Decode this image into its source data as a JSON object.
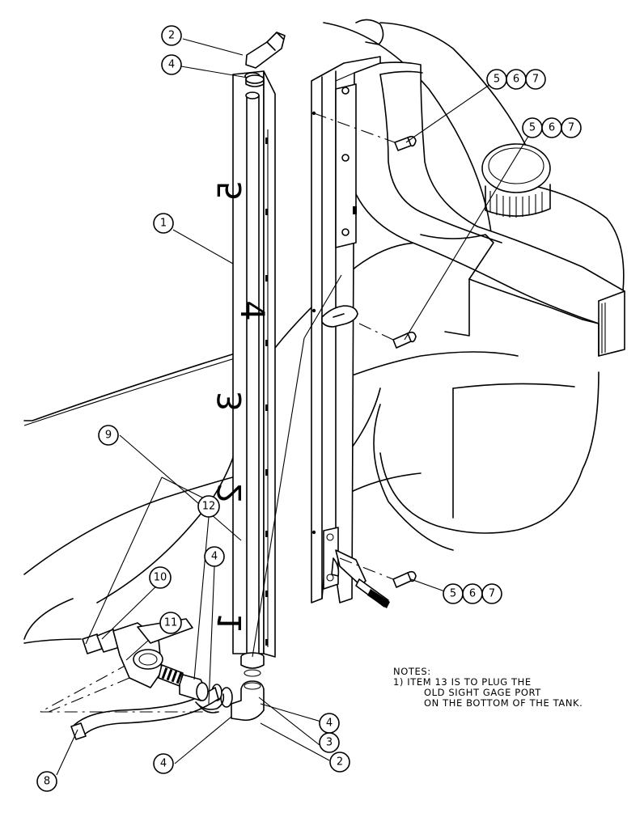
{
  "balloons": {
    "b1": "1",
    "b2_top": "2",
    "b2_bottom": "2",
    "b3": "3",
    "b4_top": "4",
    "b4_mid": "4",
    "b4_lower": "4",
    "b4_bottom": "4",
    "b8": "8",
    "b9": "9",
    "b10": "10",
    "b11": "11",
    "b12": "12",
    "group_a": [
      "5",
      "6",
      "7"
    ],
    "group_b": [
      "5",
      "6",
      "7"
    ],
    "group_c": [
      "5",
      "6",
      "7"
    ]
  },
  "gauge_scale": {
    "mark_5": "5",
    "mark_4": "4",
    "mark_3": "3",
    "mark_2": "2",
    "mark_1": "1"
  },
  "notes": {
    "heading": "NOTES:",
    "line1": "1)   ITEM 13 IS TO PLUG THE",
    "line2": "OLD SIGHT GAGE PORT",
    "line3": "ON THE BOTTOM OF THE TANK."
  }
}
